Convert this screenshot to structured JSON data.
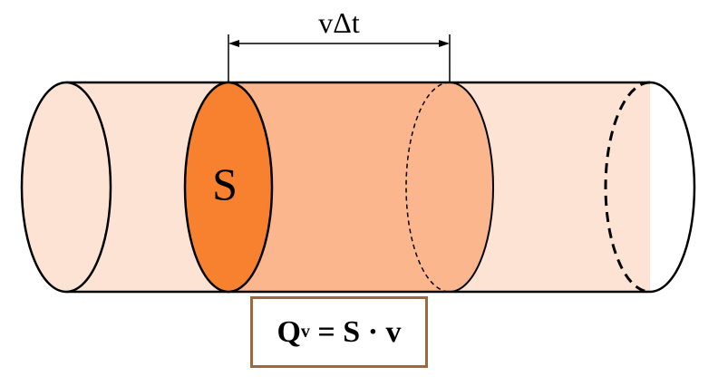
{
  "diagram": {
    "distance_label": "vΔt",
    "area_label": "S",
    "formula": {
      "q": "Q",
      "q_sub": "v",
      "rhs": " = S · v"
    }
  },
  "colors": {
    "tube_fill": "#fde3d3",
    "volume_fill": "#fbb68d",
    "cross_section_fill": "#f88130",
    "outline": "#000000",
    "formula_border": "#a0673a"
  }
}
